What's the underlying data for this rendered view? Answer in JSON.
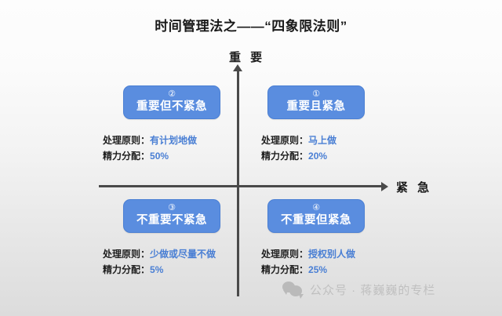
{
  "title": "时间管理法之——“四象限法则”",
  "axes": {
    "y_label": "重 要",
    "x_label": "紧 急"
  },
  "labels": {
    "principle_key": "处理原则：",
    "energy_key": "精力分配："
  },
  "quadrants": [
    {
      "id": "q1",
      "number": "①",
      "label": "重要且紧急",
      "principle": "马上做",
      "energy": "20%"
    },
    {
      "id": "q2",
      "number": "②",
      "label": "重要但不紧急",
      "principle": "有计划地做",
      "energy": "50%"
    },
    {
      "id": "q3",
      "number": "③",
      "label": "不重要不紧急",
      "principle": "少做或尽量不做",
      "energy": "5%"
    },
    {
      "id": "q4",
      "number": "④",
      "label": "不重要但紧急",
      "principle": "授权别人做",
      "energy": "25%"
    }
  ],
  "watermark": {
    "icon": "wechat-icon",
    "text": "公众号 · 蒋巍巍的专栏"
  },
  "colors": {
    "box_fill": "#5a8ddf",
    "box_text": "#ffffff",
    "value_text": "#4a7fd4",
    "axis": "#4a4a4a",
    "title_text": "#1a1a1a",
    "watermark_text": "#9a9a9a"
  }
}
